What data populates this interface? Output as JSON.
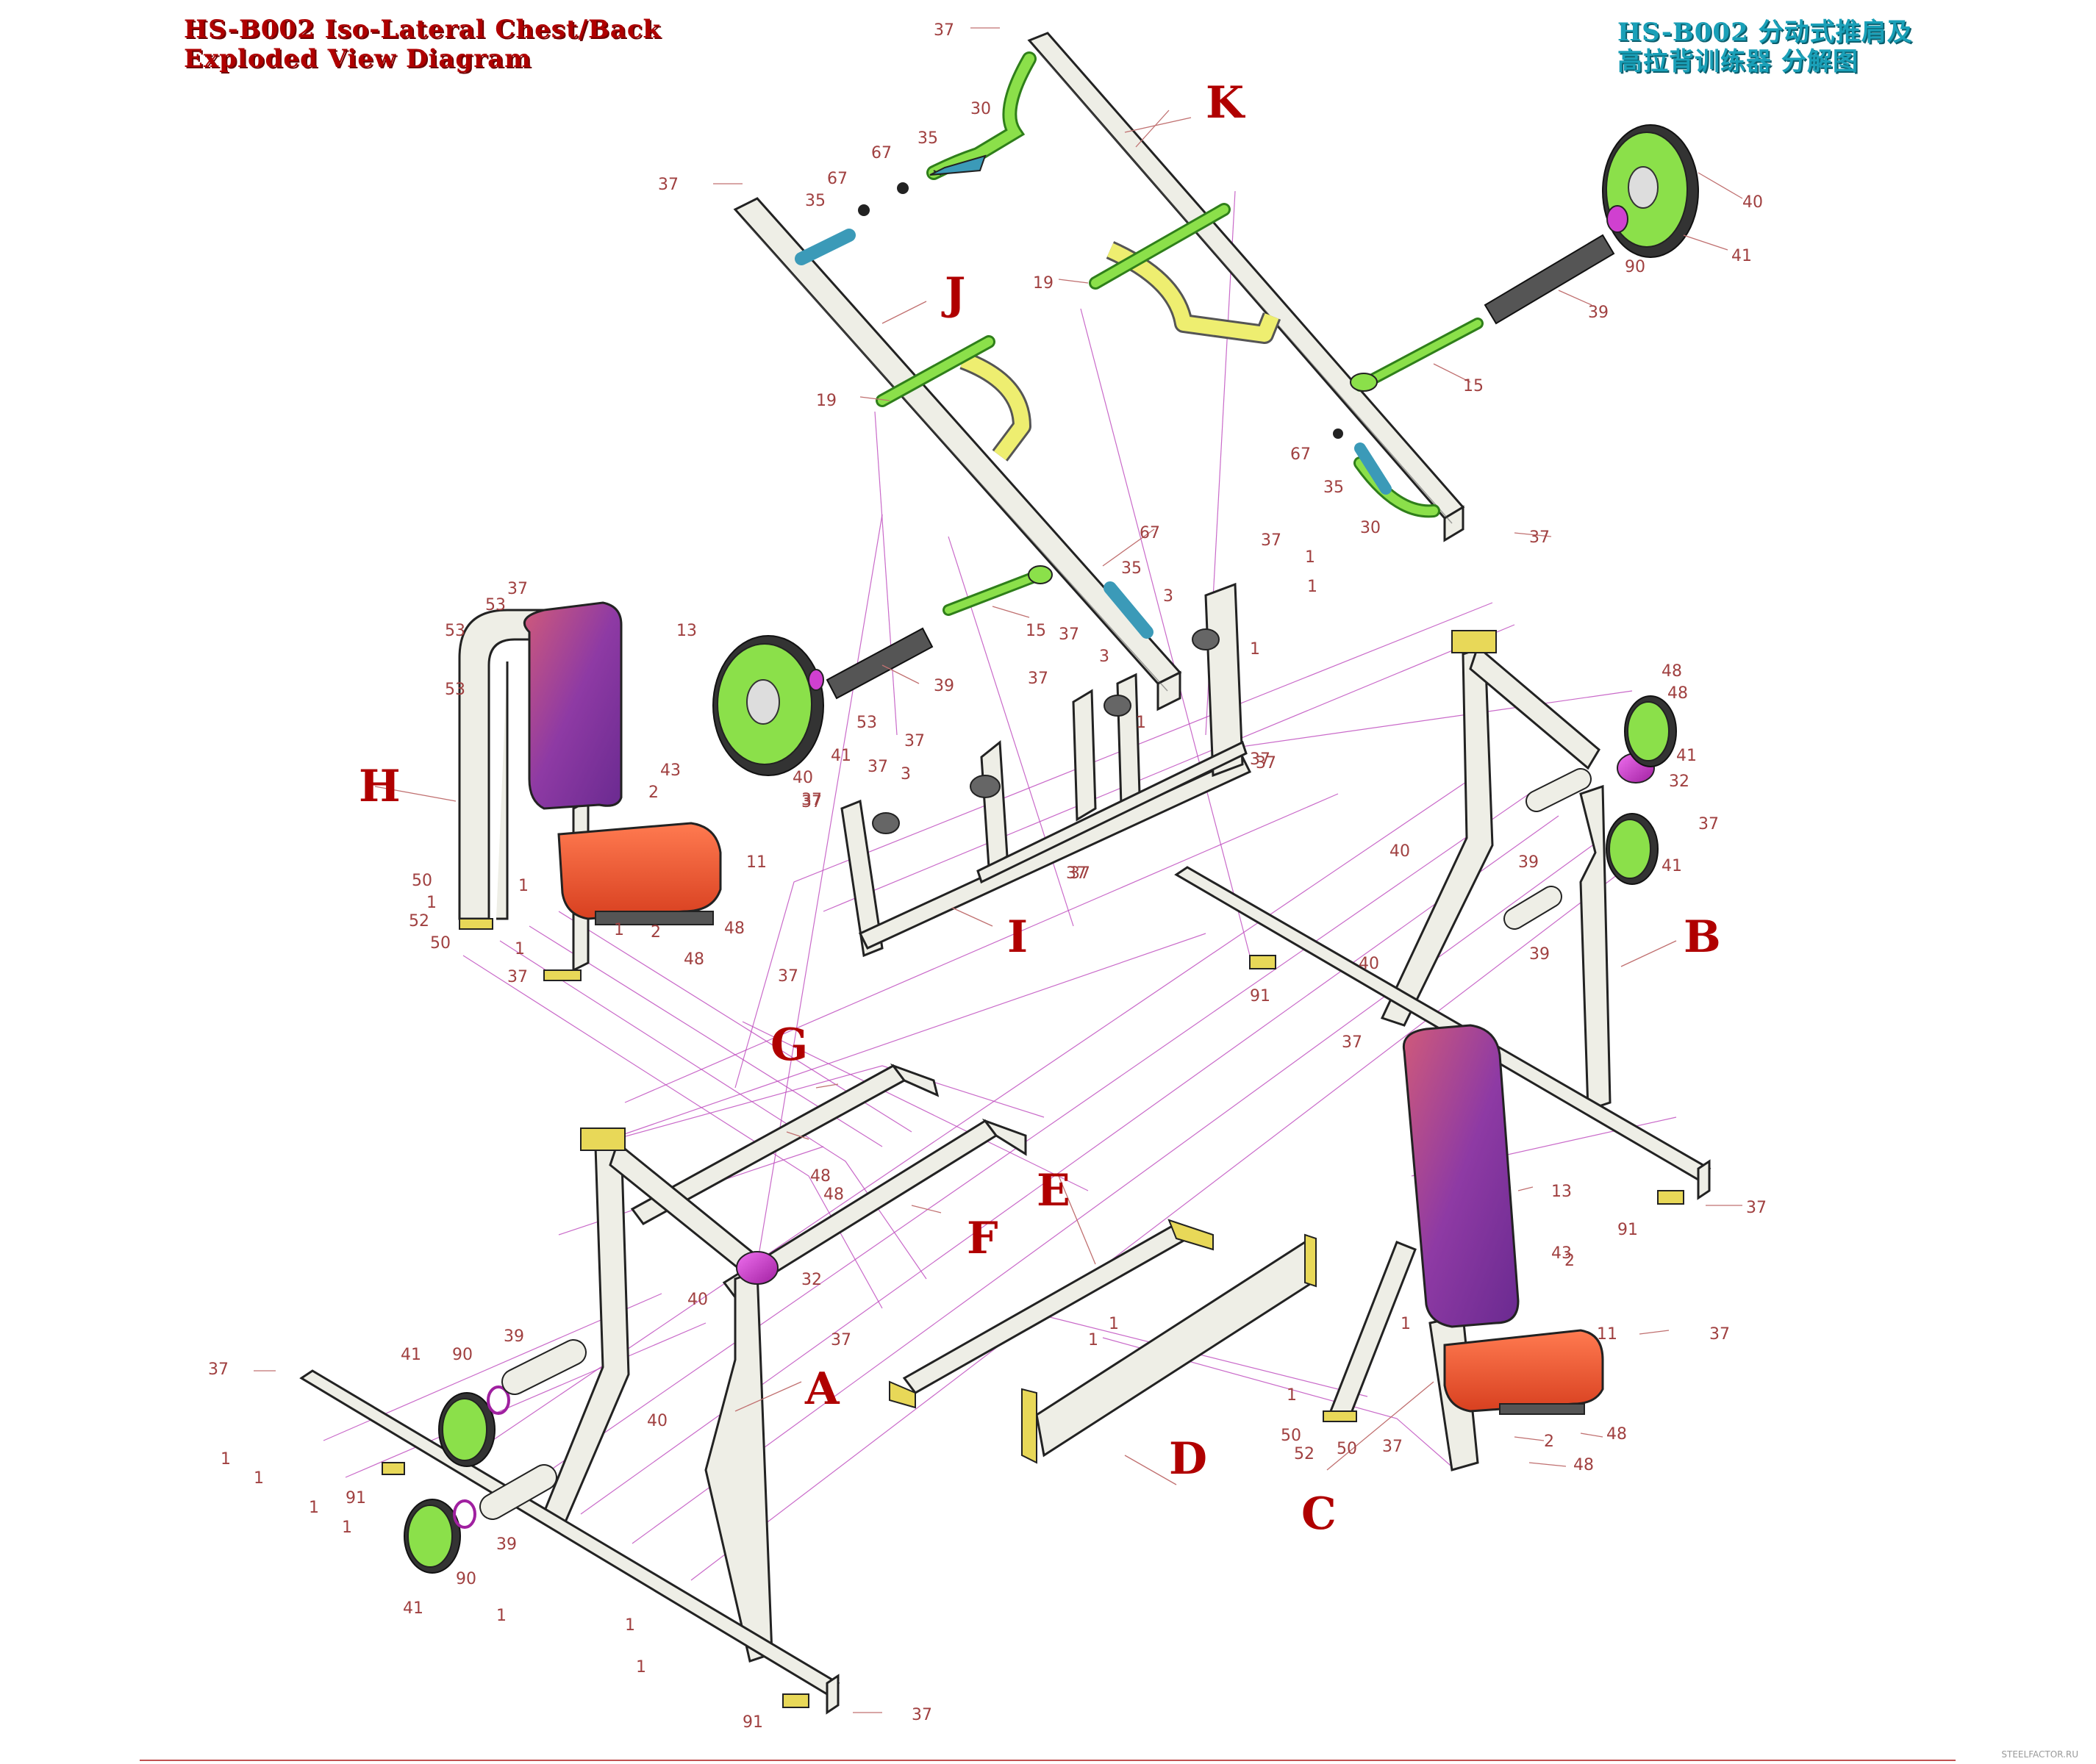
{
  "title_en": {
    "line1": "HS-B002 Iso-Lateral Chest/Back",
    "line2": "Exploded View Diagram"
  },
  "title_cn": {
    "line1": "HS-B002 分动式推肩及",
    "line2": "高拉背训练器 分解图"
  },
  "watermark": "STEELFACTOR.RU",
  "assemblies": [
    "K",
    "J",
    "H",
    "I",
    "B",
    "G",
    "F",
    "E",
    "A",
    "D",
    "C"
  ],
  "part_numbers": [
    "1",
    "2",
    "3",
    "11",
    "13",
    "15",
    "19",
    "30",
    "32",
    "35",
    "37",
    "39",
    "40",
    "41",
    "43",
    "48",
    "50",
    "52",
    "53",
    "67",
    "90",
    "91"
  ],
  "colors": {
    "frame": "#eeeee6",
    "pad_back": "#8e3aa4",
    "pad_seat": "#f06040",
    "handle": "#8be04a",
    "grip_yellow": "#eeee70",
    "grip_dark": "#555555",
    "bearing": "#d040d0",
    "base_plate": "#e8d858",
    "label_red": "#b00000",
    "title_cn": "#1aa0b8"
  }
}
